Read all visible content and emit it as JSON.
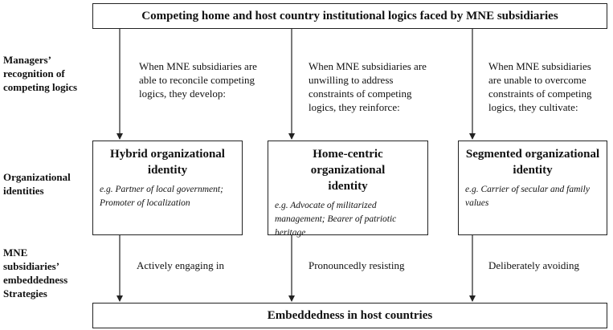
{
  "header": {
    "title": "Competing home and host country institutional logics faced by MNE subsidiaries"
  },
  "footer": {
    "title": "Embeddedness in host countries"
  },
  "row_labels": {
    "recognition": [
      "Managers’",
      "recognition of",
      "competing logics"
    ],
    "identities": [
      "Organizational",
      "identities"
    ],
    "strategies": [
      "MNE",
      "subsidiaries’",
      "embeddedness",
      "Strategies"
    ]
  },
  "recognition_texts": [
    [
      "When MNE subsidiaries are",
      "able to reconcile competing",
      "logics, they develop:"
    ],
    [
      "When MNE subsidiaries are",
      "unwilling to address",
      "constraints of competing",
      "logics, they reinforce:"
    ],
    [
      "When MNE subsidiaries",
      "are unable to overcome",
      "constraints of competing",
      "logics, they cultivate:"
    ]
  ],
  "identities": [
    {
      "title": [
        "Hybrid organizational",
        "identity"
      ],
      "examples": [
        "e.g. Partner of local government;",
        "Promoter of localization"
      ]
    },
    {
      "title": [
        "Home-centric organizational",
        "identity"
      ],
      "examples": [
        "e.g. Advocate of militarized",
        "management; Bearer of patriotic",
        "heritage"
      ]
    },
    {
      "title": [
        "Segmented organizational",
        "identity"
      ],
      "examples": [
        "e.g. Carrier of secular and family",
        "values"
      ]
    }
  ],
  "strategies": [
    "Actively engaging in",
    "Pronouncedly resisting",
    "Deliberately avoiding"
  ]
}
